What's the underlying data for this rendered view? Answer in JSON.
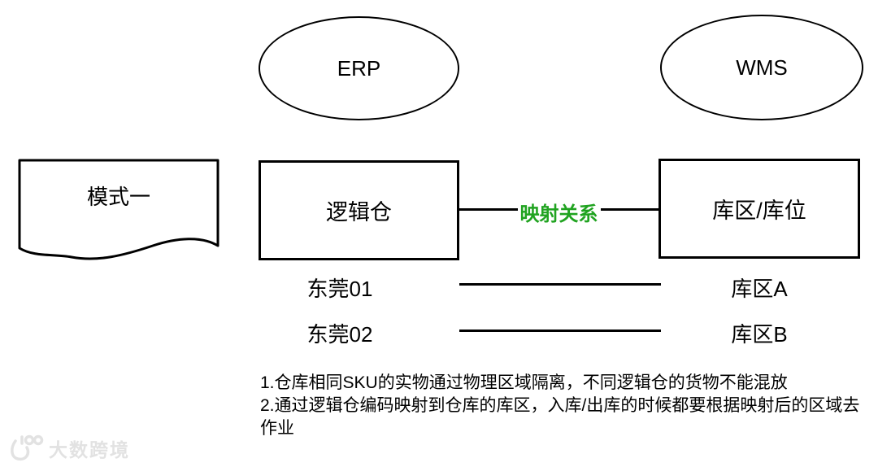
{
  "nodes": {
    "erp_label": "ERP",
    "wms_label": "WMS",
    "mode_label": "模式一",
    "logical_warehouse_label": "逻辑仓",
    "storage_area_label": "库区/库位"
  },
  "mapping": {
    "label": "映射关系",
    "color": "#20a320"
  },
  "rows": [
    {
      "left": "东莞01",
      "right": "库区A"
    },
    {
      "left": "东莞02",
      "right": "库区B"
    }
  ],
  "notes": [
    "1.仓库相同SKU的实物通过物理区域隔离，不同逻辑仓的货物不能混放",
    "2.通过逻辑仓编码映射到仓库的库区，入库/出库的时候都要根据映射后的区域去",
    "作业"
  ],
  "watermark": {
    "logo": "100",
    "text": "大数跨境",
    "color": "#e2e2e2"
  }
}
